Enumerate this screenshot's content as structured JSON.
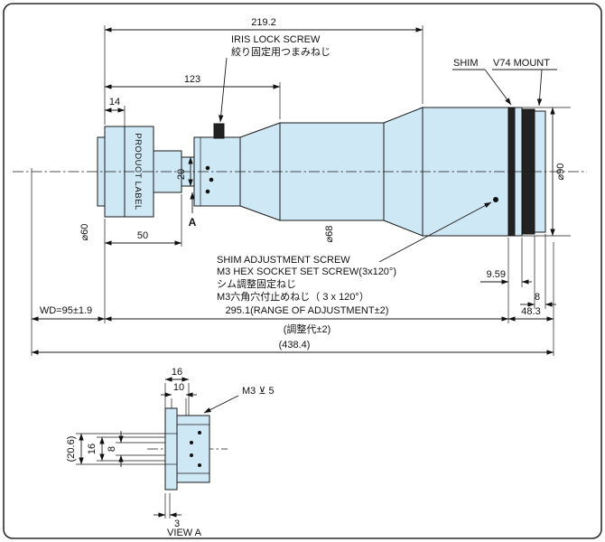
{
  "colors": {
    "body_fill": "#cfe8f5",
    "line": "#1a1a1a"
  },
  "main_view": {
    "dims": {
      "total_length_top": "219.2",
      "iris_position": "123",
      "front_width": "14",
      "ring_diameter": "20",
      "front_section_length": "50",
      "dia60": "⌀60",
      "dia68": "⌀68",
      "dia90": "⌀90",
      "shim_gap": "9.59",
      "mount_width": "8",
      "back_length": "48.3",
      "working_distance": "WD=95±1.9",
      "adjustment_range_en": "295.1(RANGE OF ADJUSTMENT±2)",
      "adjustment_range_jp": "(調整代±2)",
      "overall_length": "(438.4)"
    },
    "labels": {
      "iris_lock_screw_en": "IRIS LOCK SCREW",
      "iris_lock_screw_jp": "絞り固定用つまみねじ",
      "shim": "SHIM",
      "v74_mount": "V74 MOUNT",
      "product_label": "PRODUCT LABEL",
      "shim_adjustment_line1": "SHIM ADJUSTMENT SCREW",
      "shim_adjustment_line2": "M3 HEX SOCKET SET SCREW(3x120°)",
      "shim_adjustment_line3": "シム調整固定ねじ",
      "shim_adjustment_line4": "M3六角穴付止めねじ（ 3 x 120°）",
      "section_marker": "A"
    }
  },
  "view_a": {
    "title": "VIEW A",
    "dims": {
      "outer_width": "16",
      "inner_width": "10",
      "thread_callout": "M3 ⊻ 5",
      "outer_height": "(20.6)",
      "hole_circle": "16",
      "inner_height": "8",
      "flange_offset": "3"
    }
  }
}
